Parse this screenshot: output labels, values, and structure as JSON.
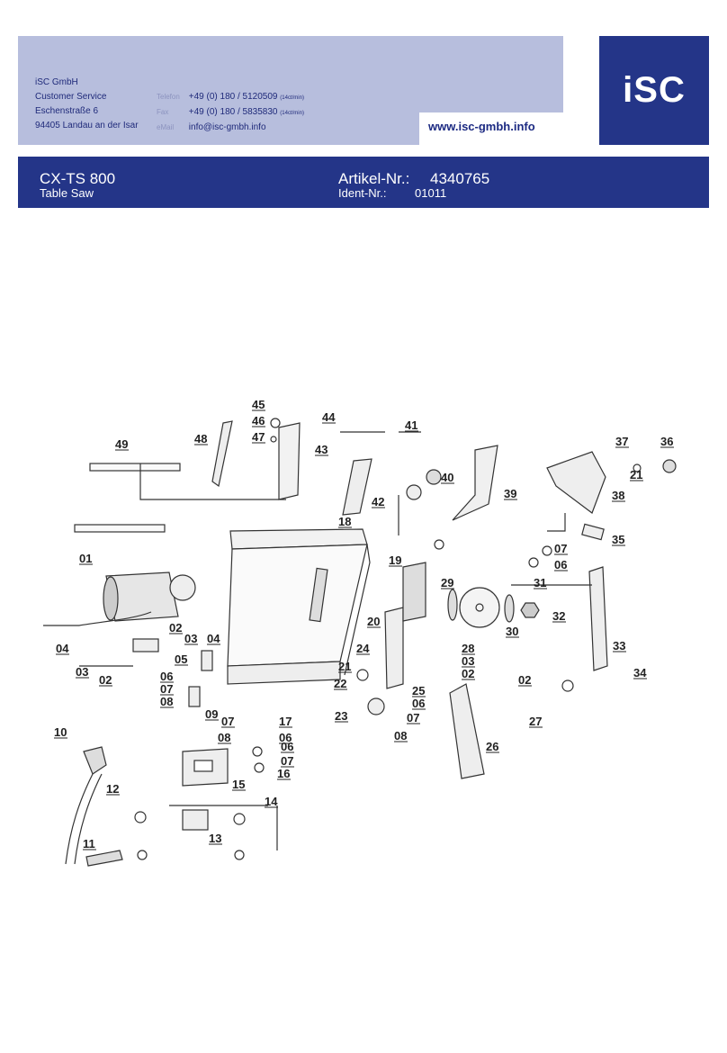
{
  "company": {
    "name": "iSC GmbH",
    "department": "Customer Service",
    "street": "Eschenstraße 6",
    "city": "94405 Landau an der Isar"
  },
  "contact": {
    "phone_label": "Telefon",
    "phone": "+49 (0) 180 / 5120509",
    "phone_note": "(14ct/min)",
    "fax_label": "Fax",
    "fax": "+49 (0) 180 / 5835830",
    "fax_note": "(14ct/min)",
    "email_label": "eMail",
    "email": "info@isc-gmbh.info"
  },
  "website": "www.isc-gmbh.info",
  "logo_text": "iSC",
  "product": {
    "model": "CX-TS 800",
    "description": "Table Saw",
    "article_label": "Artikel-Nr.:",
    "article_number": "4340765",
    "ident_label": "Ident-Nr.:",
    "ident_number": "01011"
  },
  "colors": {
    "header_light": "#b7bedd",
    "header_dark": "#243588"
  },
  "diagram": {
    "part_labels": [
      "45",
      "46",
      "47",
      "44",
      "48",
      "49",
      "41",
      "43",
      "42",
      "40",
      "39",
      "37",
      "36",
      "21",
      "38",
      "18",
      "35",
      "07",
      "06",
      "01",
      "19",
      "29",
      "31",
      "32",
      "30",
      "02",
      "03",
      "04",
      "20",
      "33",
      "04",
      "05",
      "03",
      "02",
      "06",
      "07",
      "08",
      "21",
      "24",
      "28",
      "03",
      "02",
      "22",
      "25",
      "06",
      "23",
      "07",
      "08",
      "02",
      "27",
      "34",
      "09",
      "07",
      "08",
      "17",
      "06",
      "06",
      "07",
      "16",
      "26",
      "10",
      "15",
      "12",
      "14",
      "13",
      "11"
    ]
  }
}
